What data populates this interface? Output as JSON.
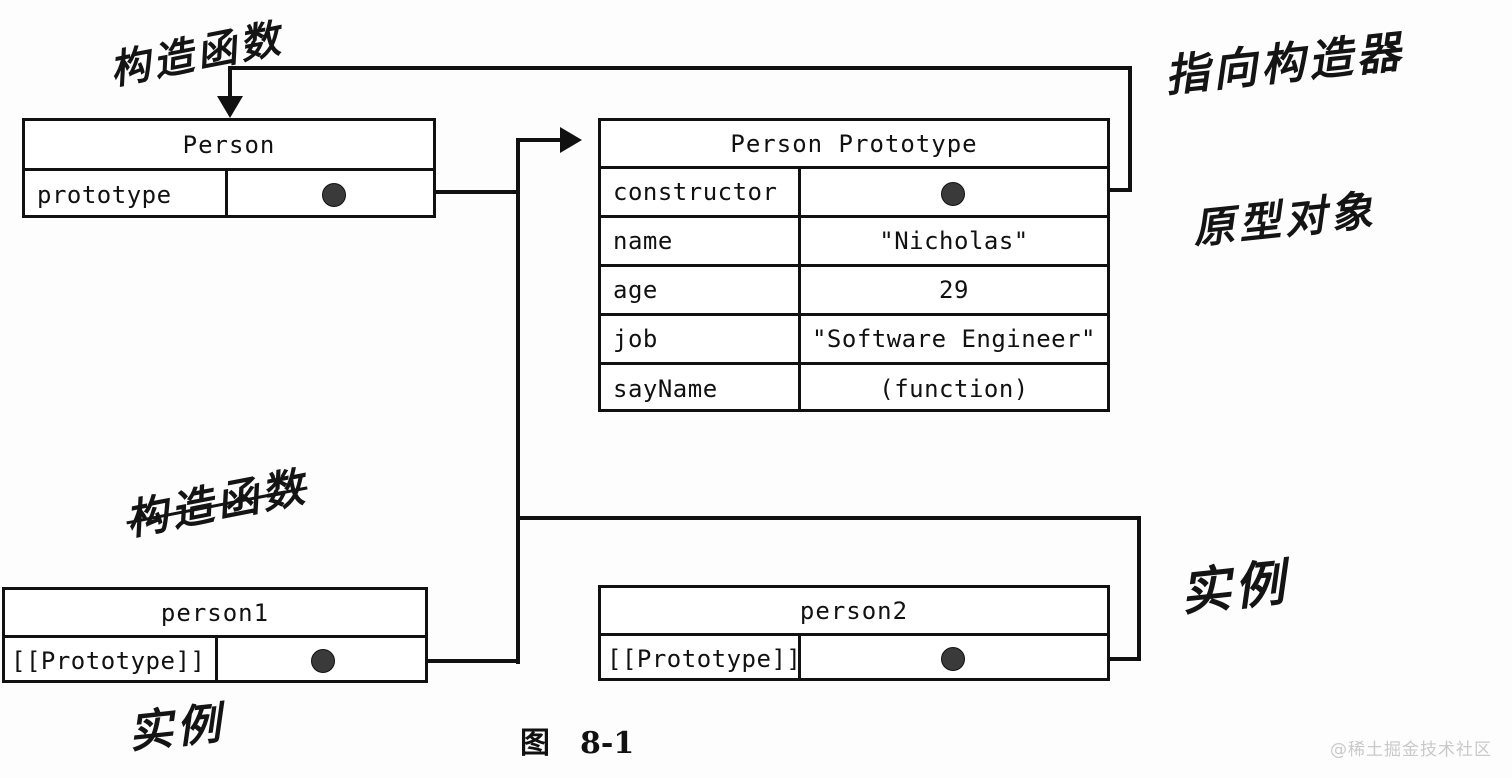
{
  "diagram": {
    "caption": "图　8-1",
    "watermark": "@稀土掘金技术社区",
    "boxes": {
      "person": {
        "title": "Person",
        "rows": [
          {
            "key": "prototype",
            "value": ""
          }
        ]
      },
      "person_prototype": {
        "title": "Person Prototype",
        "rows": [
          {
            "key": "constructor",
            "value": ""
          },
          {
            "key": "name",
            "value": "\"Nicholas\""
          },
          {
            "key": "age",
            "value": "29"
          },
          {
            "key": "job",
            "value": "\"Software Engineer\""
          },
          {
            "key": "sayName",
            "value": "(function)"
          }
        ]
      },
      "person1": {
        "title": "person1",
        "rows": [
          {
            "key": "[[Prototype]]",
            "value": ""
          }
        ]
      },
      "person2": {
        "title": "person2",
        "rows": [
          {
            "key": "[[Prototype]]",
            "value": ""
          }
        ]
      }
    },
    "annotations": {
      "constructor_function": "构造函数",
      "points_to_constructor": "指向构造器",
      "prototype_object": "原型对象",
      "constructor_function_crossed": "构造函数",
      "instance_left": "实例",
      "instance_right": "实例"
    },
    "colors": {
      "ink": "#111111",
      "paper": "#fdfdfd",
      "dot": "#3a3a3a",
      "watermark": "#c9c9c9"
    }
  }
}
